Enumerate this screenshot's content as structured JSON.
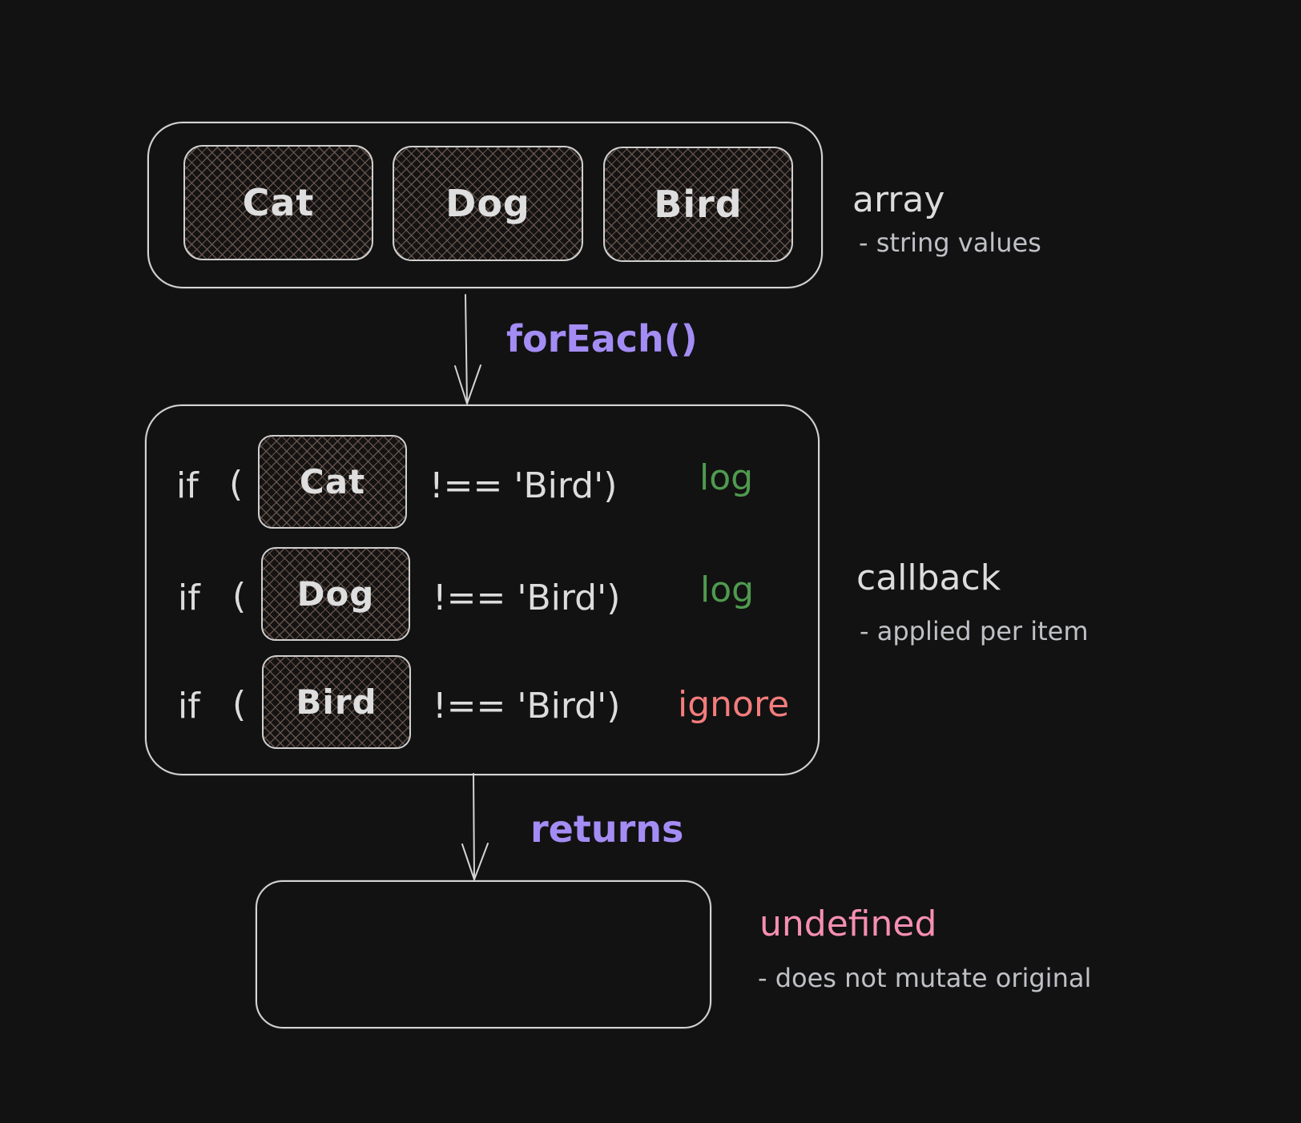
{
  "colors": {
    "background": "#121212",
    "stroke": "#d4d4d4",
    "hatch": "#6e5c54",
    "text": "#dcdcdc",
    "subtext": "#bfc1c6",
    "method": "#a48cf5",
    "log": "#4f9a4f",
    "ignore": "#f47c7c",
    "undefined": "#f78fb3"
  },
  "array_section": {
    "items": [
      "Cat",
      "Dog",
      "Bird"
    ],
    "title": "array",
    "subtitle": "- string values"
  },
  "arrow_1": {
    "label": "forEach()"
  },
  "callback_section": {
    "rows": [
      {
        "keyword": "if",
        "open_paren": "(",
        "value": "Cat",
        "comparison": "!== 'Bird')",
        "result": "log",
        "result_type": "log"
      },
      {
        "keyword": "if",
        "open_paren": "(",
        "value": "Dog",
        "comparison": "!== 'Bird')",
        "result": "log",
        "result_type": "log"
      },
      {
        "keyword": "if",
        "open_paren": "(",
        "value": "Bird",
        "comparison": "!== 'Bird')",
        "result": "ignore",
        "result_type": "ignore"
      }
    ],
    "title": "callback",
    "subtitle": "- applied per item"
  },
  "arrow_2": {
    "label": "returns"
  },
  "result_section": {
    "title": "undefined",
    "subtitle": "- does not mutate original"
  }
}
